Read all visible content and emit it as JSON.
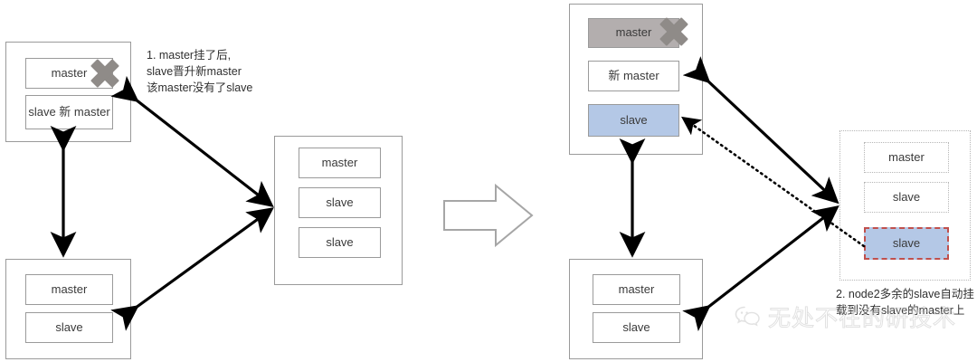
{
  "diagram": {
    "title": "Redis cluster master failover diagram",
    "colors": {
      "dead_master_fill": "#b3aeae",
      "slave_blue_fill": "#b4c8e6",
      "highlight_border": "#c0504d",
      "node_border": "#9a9a9a",
      "arrow": "#000000",
      "big_arrow_outline": "#a6a6a6"
    },
    "before": {
      "node1": {
        "procs": [
          {
            "label": "master",
            "state": "dead"
          },
          {
            "label": "slave\n新 master",
            "state": "normal"
          }
        ]
      },
      "node2": {
        "procs": [
          {
            "label": "master",
            "state": "normal"
          },
          {
            "label": "slave",
            "state": "normal"
          },
          {
            "label": "slave",
            "state": "normal"
          }
        ]
      },
      "node3": {
        "procs": [
          {
            "label": "master",
            "state": "normal"
          },
          {
            "label": "slave",
            "state": "normal"
          }
        ]
      }
    },
    "after": {
      "node1": {
        "procs": [
          {
            "label": "master",
            "state": "dead"
          },
          {
            "label": "新 master",
            "state": "normal"
          },
          {
            "label": "slave",
            "state": "blue"
          }
        ]
      },
      "node2": {
        "procs": [
          {
            "label": "master",
            "state": "dotted"
          },
          {
            "label": "slave",
            "state": "dotted"
          },
          {
            "label": "slave",
            "state": "highlight"
          }
        ]
      },
      "node3": {
        "procs": [
          {
            "label": "master",
            "state": "normal"
          },
          {
            "label": "slave",
            "state": "normal"
          }
        ]
      }
    },
    "notes": {
      "note1": "1. master挂了后,\nslave晋升新master\n该master没有了slave",
      "note2": "2. node2多余的slave自动挂\n载到没有slave的master上"
    },
    "transition_icon": "right-arrow-icon",
    "watermark": {
      "icon": "wechat-icon",
      "text": "无处不在的研技术"
    }
  }
}
